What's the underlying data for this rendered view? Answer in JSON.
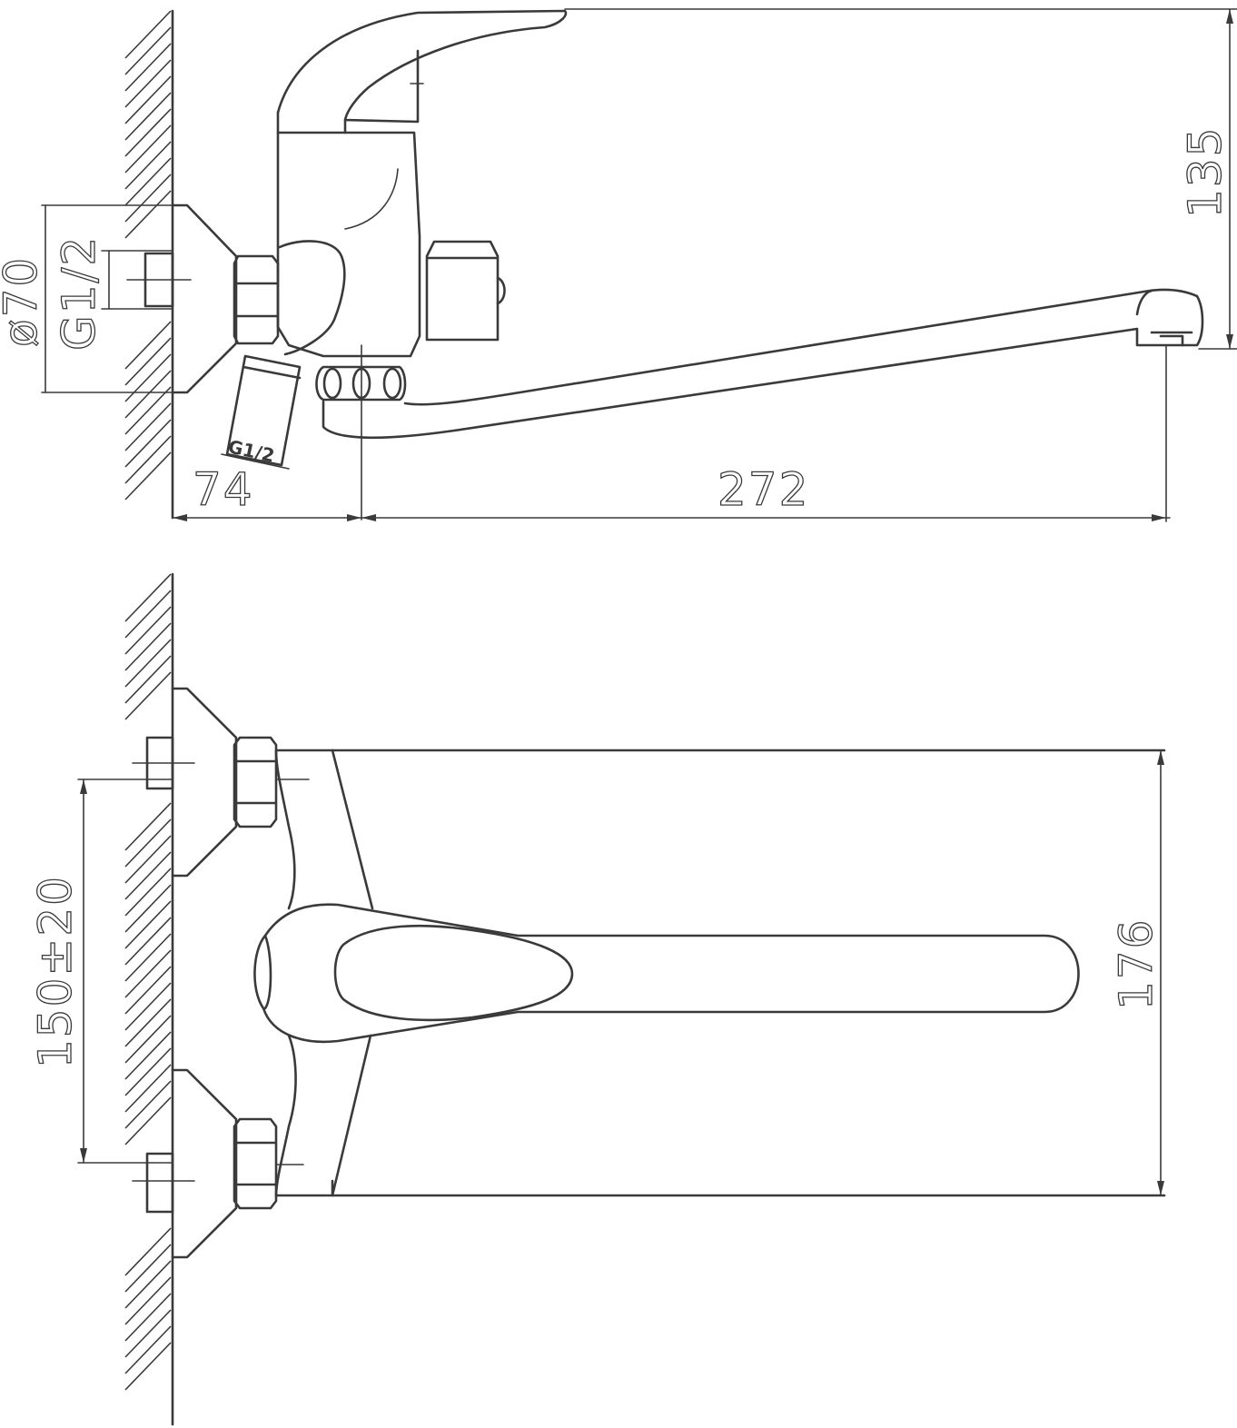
{
  "side_view": {
    "dim_diameter": "ø70",
    "dim_thread": "G1/2",
    "dim_inlet_thread": "G1/2",
    "dim_wall_offset": "74",
    "dim_spout_length": "272",
    "dim_height": "135"
  },
  "top_view": {
    "dim_center_distance": "150±20",
    "dim_width": "176"
  },
  "colors": {
    "line": "#3a3a3a",
    "background": "#ffffff"
  }
}
